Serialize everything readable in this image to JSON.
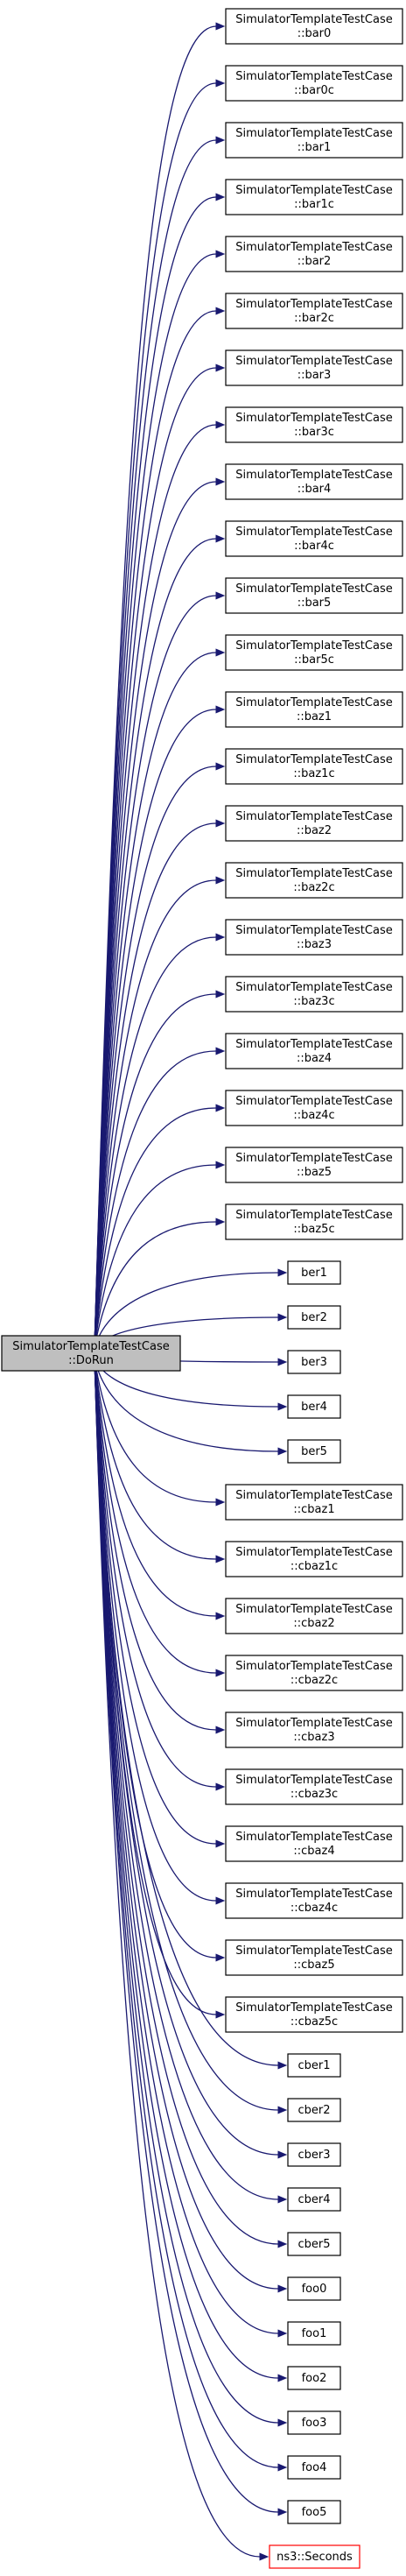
{
  "root": {
    "line1": "SimulatorTemplateTestCase",
    "line2": "::DoRun"
  },
  "callees": [
    {
      "line1": "SimulatorTemplateTestCase",
      "line2": "::bar0"
    },
    {
      "line1": "SimulatorTemplateTestCase",
      "line2": "::bar0c"
    },
    {
      "line1": "SimulatorTemplateTestCase",
      "line2": "::bar1"
    },
    {
      "line1": "SimulatorTemplateTestCase",
      "line2": "::bar1c"
    },
    {
      "line1": "SimulatorTemplateTestCase",
      "line2": "::bar2"
    },
    {
      "line1": "SimulatorTemplateTestCase",
      "line2": "::bar2c"
    },
    {
      "line1": "SimulatorTemplateTestCase",
      "line2": "::bar3"
    },
    {
      "line1": "SimulatorTemplateTestCase",
      "line2": "::bar3c"
    },
    {
      "line1": "SimulatorTemplateTestCase",
      "line2": "::bar4"
    },
    {
      "line1": "SimulatorTemplateTestCase",
      "line2": "::bar4c"
    },
    {
      "line1": "SimulatorTemplateTestCase",
      "line2": "::bar5"
    },
    {
      "line1": "SimulatorTemplateTestCase",
      "line2": "::bar5c"
    },
    {
      "line1": "SimulatorTemplateTestCase",
      "line2": "::baz1"
    },
    {
      "line1": "SimulatorTemplateTestCase",
      "line2": "::baz1c"
    },
    {
      "line1": "SimulatorTemplateTestCase",
      "line2": "::baz2"
    },
    {
      "line1": "SimulatorTemplateTestCase",
      "line2": "::baz2c"
    },
    {
      "line1": "SimulatorTemplateTestCase",
      "line2": "::baz3"
    },
    {
      "line1": "SimulatorTemplateTestCase",
      "line2": "::baz3c"
    },
    {
      "line1": "SimulatorTemplateTestCase",
      "line2": "::baz4"
    },
    {
      "line1": "SimulatorTemplateTestCase",
      "line2": "::baz4c"
    },
    {
      "line1": "SimulatorTemplateTestCase",
      "line2": "::baz5"
    },
    {
      "line1": "SimulatorTemplateTestCase",
      "line2": "::baz5c"
    },
    {
      "line1": "ber1"
    },
    {
      "line1": "ber2"
    },
    {
      "line1": "ber3"
    },
    {
      "line1": "ber4"
    },
    {
      "line1": "ber5"
    },
    {
      "line1": "SimulatorTemplateTestCase",
      "line2": "::cbaz1"
    },
    {
      "line1": "SimulatorTemplateTestCase",
      "line2": "::cbaz1c"
    },
    {
      "line1": "SimulatorTemplateTestCase",
      "line2": "::cbaz2"
    },
    {
      "line1": "SimulatorTemplateTestCase",
      "line2": "::cbaz2c"
    },
    {
      "line1": "SimulatorTemplateTestCase",
      "line2": "::cbaz3"
    },
    {
      "line1": "SimulatorTemplateTestCase",
      "line2": "::cbaz3c"
    },
    {
      "line1": "SimulatorTemplateTestCase",
      "line2": "::cbaz4"
    },
    {
      "line1": "SimulatorTemplateTestCase",
      "line2": "::cbaz4c"
    },
    {
      "line1": "SimulatorTemplateTestCase",
      "line2": "::cbaz5"
    },
    {
      "line1": "SimulatorTemplateTestCase",
      "line2": "::cbaz5c"
    },
    {
      "line1": "cber1"
    },
    {
      "line1": "cber2"
    },
    {
      "line1": "cber3"
    },
    {
      "line1": "cber4"
    },
    {
      "line1": "cber5"
    },
    {
      "line1": "foo0"
    },
    {
      "line1": "foo1"
    },
    {
      "line1": "foo2"
    },
    {
      "line1": "foo3"
    },
    {
      "line1": "foo4"
    },
    {
      "line1": "foo5"
    },
    {
      "line1": "ns3::Seconds",
      "external": true
    }
  ],
  "colors": {
    "edge": "#191970",
    "root_fill": "#bfbfbf",
    "external_border": "#ff0000",
    "node_border": "#000000"
  }
}
